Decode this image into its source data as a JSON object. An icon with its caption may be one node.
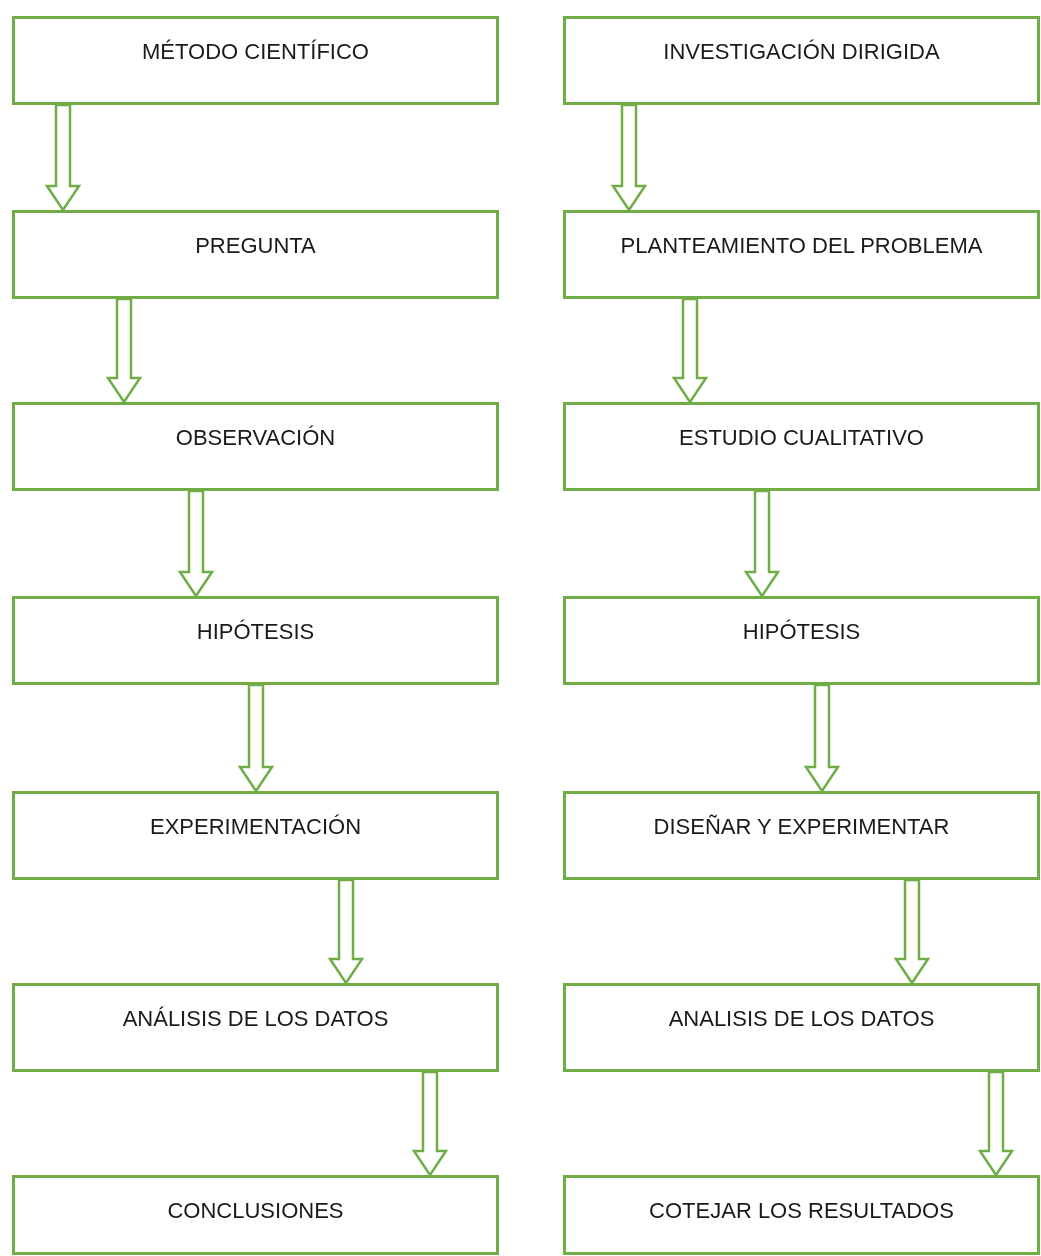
{
  "diagram": {
    "nodes": [
      {
        "text": [
          "MÉTODO CIENTÍFICO"
        ]
      },
      {
        "text": [
          "PREGUNTA"
        ]
      },
      {
        "text": [
          "OBSERVACIÓN"
        ]
      },
      {
        "text": [
          "HIPÓTESIS"
        ]
      },
      {
        "text": [
          "EXPERIMENTACIÓN"
        ]
      },
      {
        "text": [
          "ANÁLISIS DE LOS DATOS"
        ]
      },
      {
        "text": [
          "CONCLUSIONES"
        ]
      },
      {
        "text": [
          "INVESTIGACIÓN DIRIGIDA"
        ]
      },
      {
        "text": [
          "PLANTEAMIENTO DEL PROBLEMA"
        ]
      },
      {
        "text": [
          "ESTUDIO CUALITATIVO"
        ]
      },
      {
        "text": [
          "HIPÓTESIS"
        ]
      },
      {
        "text": [
          "DISEÑAR Y EXPERIMENTAR"
        ]
      },
      {
        "text": [
          "ANALISIS DE LOS DATOS"
        ]
      },
      {
        "text": [
          "COTEJAR LOS RESULTADOS"
        ]
      }
    ],
    "edges": [
      {
        "from": 0,
        "to": 1,
        "arrow": "to"
      },
      {
        "from": 1,
        "to": 2,
        "arrow": "to"
      },
      {
        "from": 2,
        "to": 3,
        "arrow": "to"
      },
      {
        "from": 3,
        "to": 4,
        "arrow": "to"
      },
      {
        "from": 4,
        "to": 5,
        "arrow": "to"
      },
      {
        "from": 5,
        "to": 6,
        "arrow": "to"
      },
      {
        "from": 7,
        "to": 8,
        "arrow": "to"
      },
      {
        "from": 8,
        "to": 9,
        "arrow": "to"
      },
      {
        "from": 9,
        "to": 10,
        "arrow": "to"
      },
      {
        "from": 10,
        "to": 11,
        "arrow": "to"
      },
      {
        "from": 11,
        "to": 12,
        "arrow": "to"
      },
      {
        "from": 12,
        "to": 13,
        "arrow": "to"
      }
    ]
  }
}
